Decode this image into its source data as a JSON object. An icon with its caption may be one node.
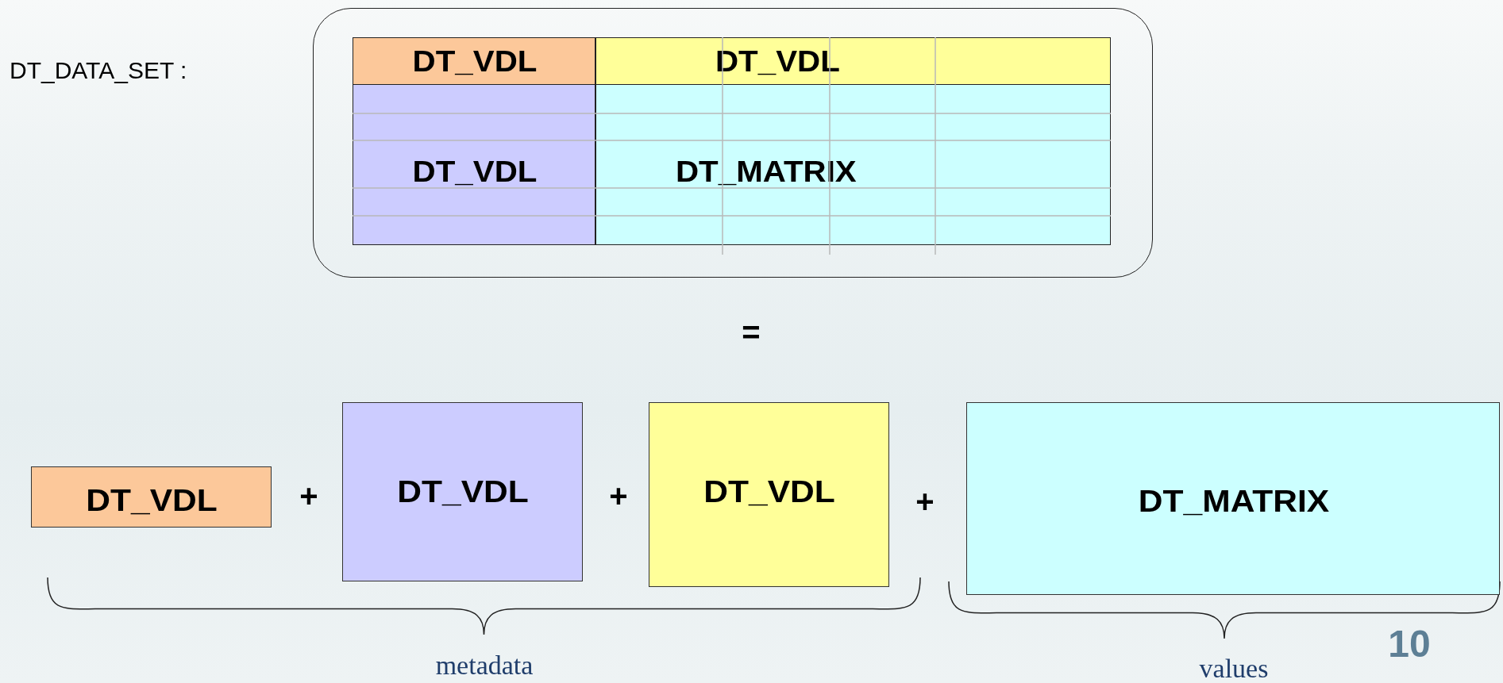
{
  "diagram": {
    "nodes": [
      {
        "text": [],
        "shape": "box"
      },
      {
        "text": [
          "DT_VDL"
        ],
        "in": 0
      },
      {
        "text": [
          "DT_VDL"
        ],
        "in": 0
      },
      {
        "text": [
          "DT_VDL"
        ],
        "in": 0
      },
      {
        "text": [
          "DT_MATRIX"
        ],
        "in": 0
      },
      {
        "text": [
          "DT_VDL"
        ]
      },
      {
        "text": [
          "DT_VDL"
        ]
      },
      {
        "text": [
          "DT_VDL"
        ]
      },
      {
        "text": [
          "DT_MATRIX"
        ]
      }
    ],
    "labels": [
      "DT_DATA_SET :",
      "=",
      "+",
      "+",
      "+",
      "metadata",
      "values",
      "10"
    ]
  }
}
